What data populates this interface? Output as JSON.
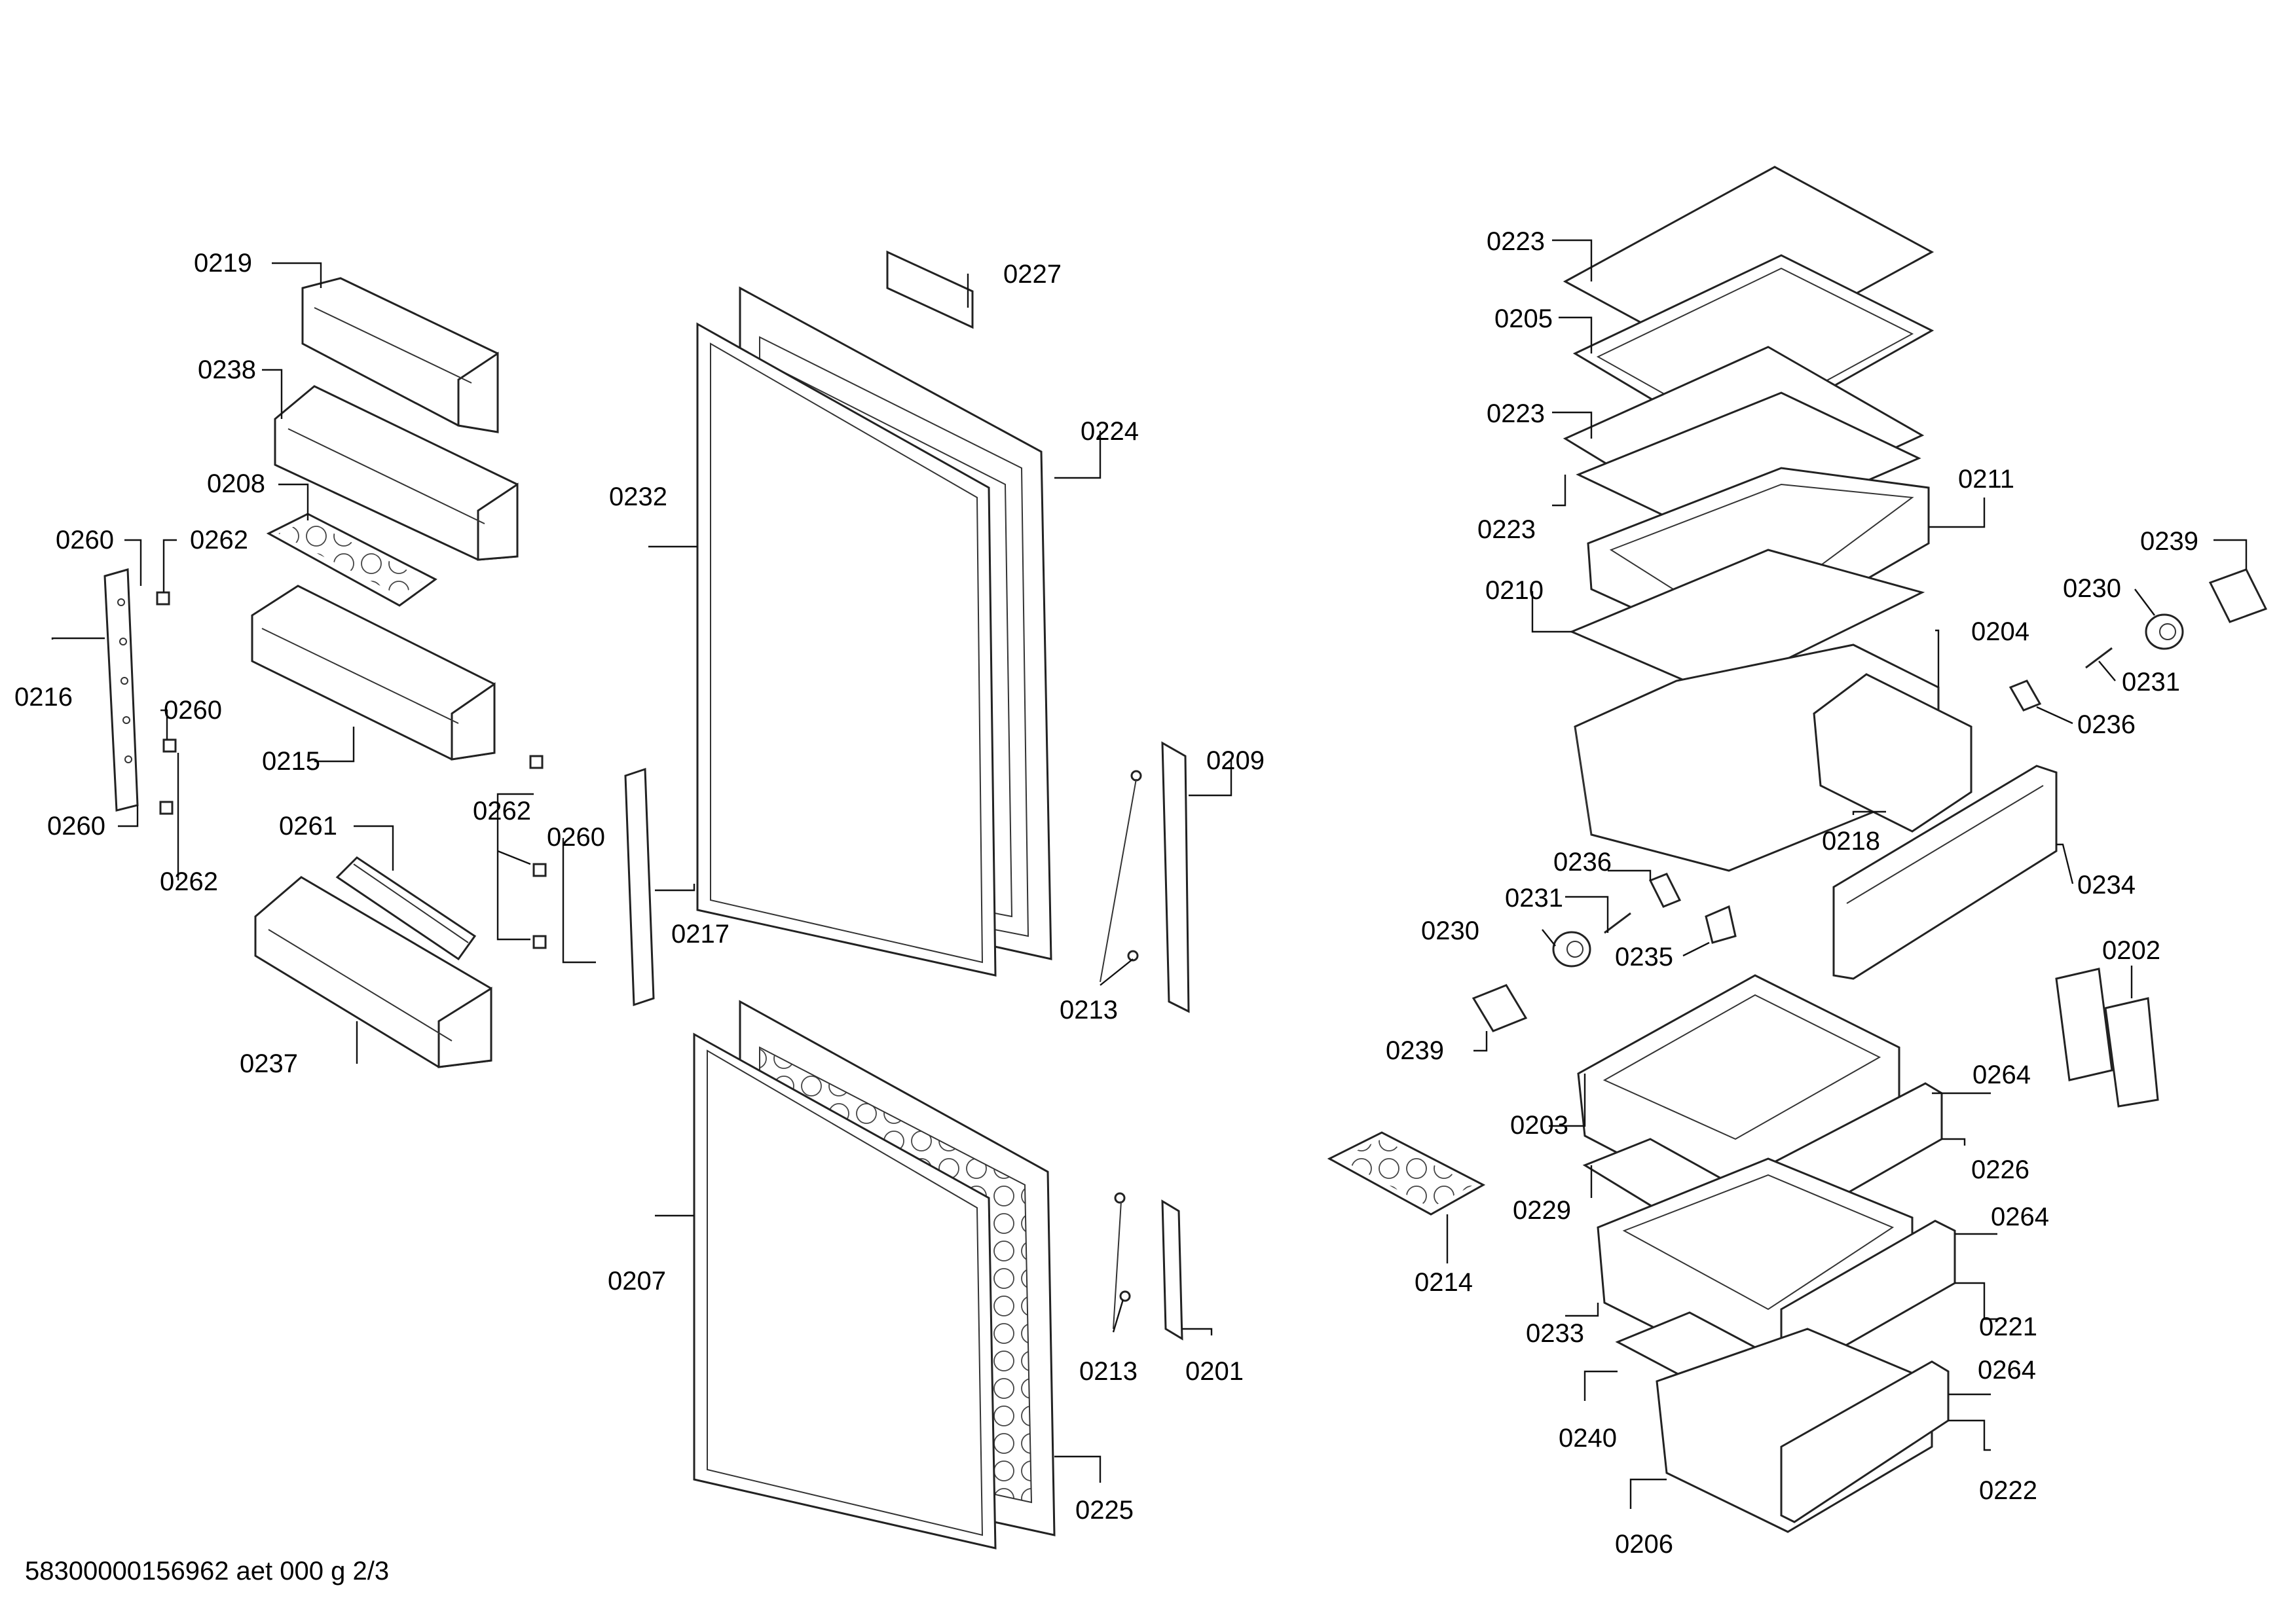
{
  "footer": "58300000156962 aet 000 g 2/3",
  "labels": {
    "p0219": "0219",
    "p0238": "0238",
    "p0208": "0208",
    "p0260a": "0260",
    "p0262a": "0262",
    "p0216": "0216",
    "p0260b": "0260",
    "p0260c": "0260",
    "p0262b": "0262",
    "p0215": "0215",
    "p0261": "0261",
    "p0262c": "0262",
    "p0260d": "0260",
    "p0217": "0217",
    "p0237": "0237",
    "p0227": "0227",
    "p0224": "0224",
    "p0232": "0232",
    "p0209": "0209",
    "p0213a": "0213",
    "p0207": "0207",
    "p0213b": "0213",
    "p0201": "0201",
    "p0225": "0225",
    "p0223a": "0223",
    "p0205": "0205",
    "p0223b": "0223",
    "p0223c": "0223",
    "p0211": "0211",
    "p0210": "0210",
    "p0204": "0204",
    "p0239a": "0239",
    "p0230a": "0230",
    "p0231a": "0231",
    "p0236a": "0236",
    "p0218": "0218",
    "p0234": "0234",
    "p0236b": "0236",
    "p0231b": "0231",
    "p0230b": "0230",
    "p0235": "0235",
    "p0239b": "0239",
    "p0202": "0202",
    "p0203": "0203",
    "p0264a": "0264",
    "p0226": "0226",
    "p0229": "0229",
    "p0214": "0214",
    "p0264b": "0264",
    "p0233": "0233",
    "p0221": "0221",
    "p0240": "0240",
    "p0264c": "0264",
    "p0222": "0222",
    "p0206": "0206"
  }
}
